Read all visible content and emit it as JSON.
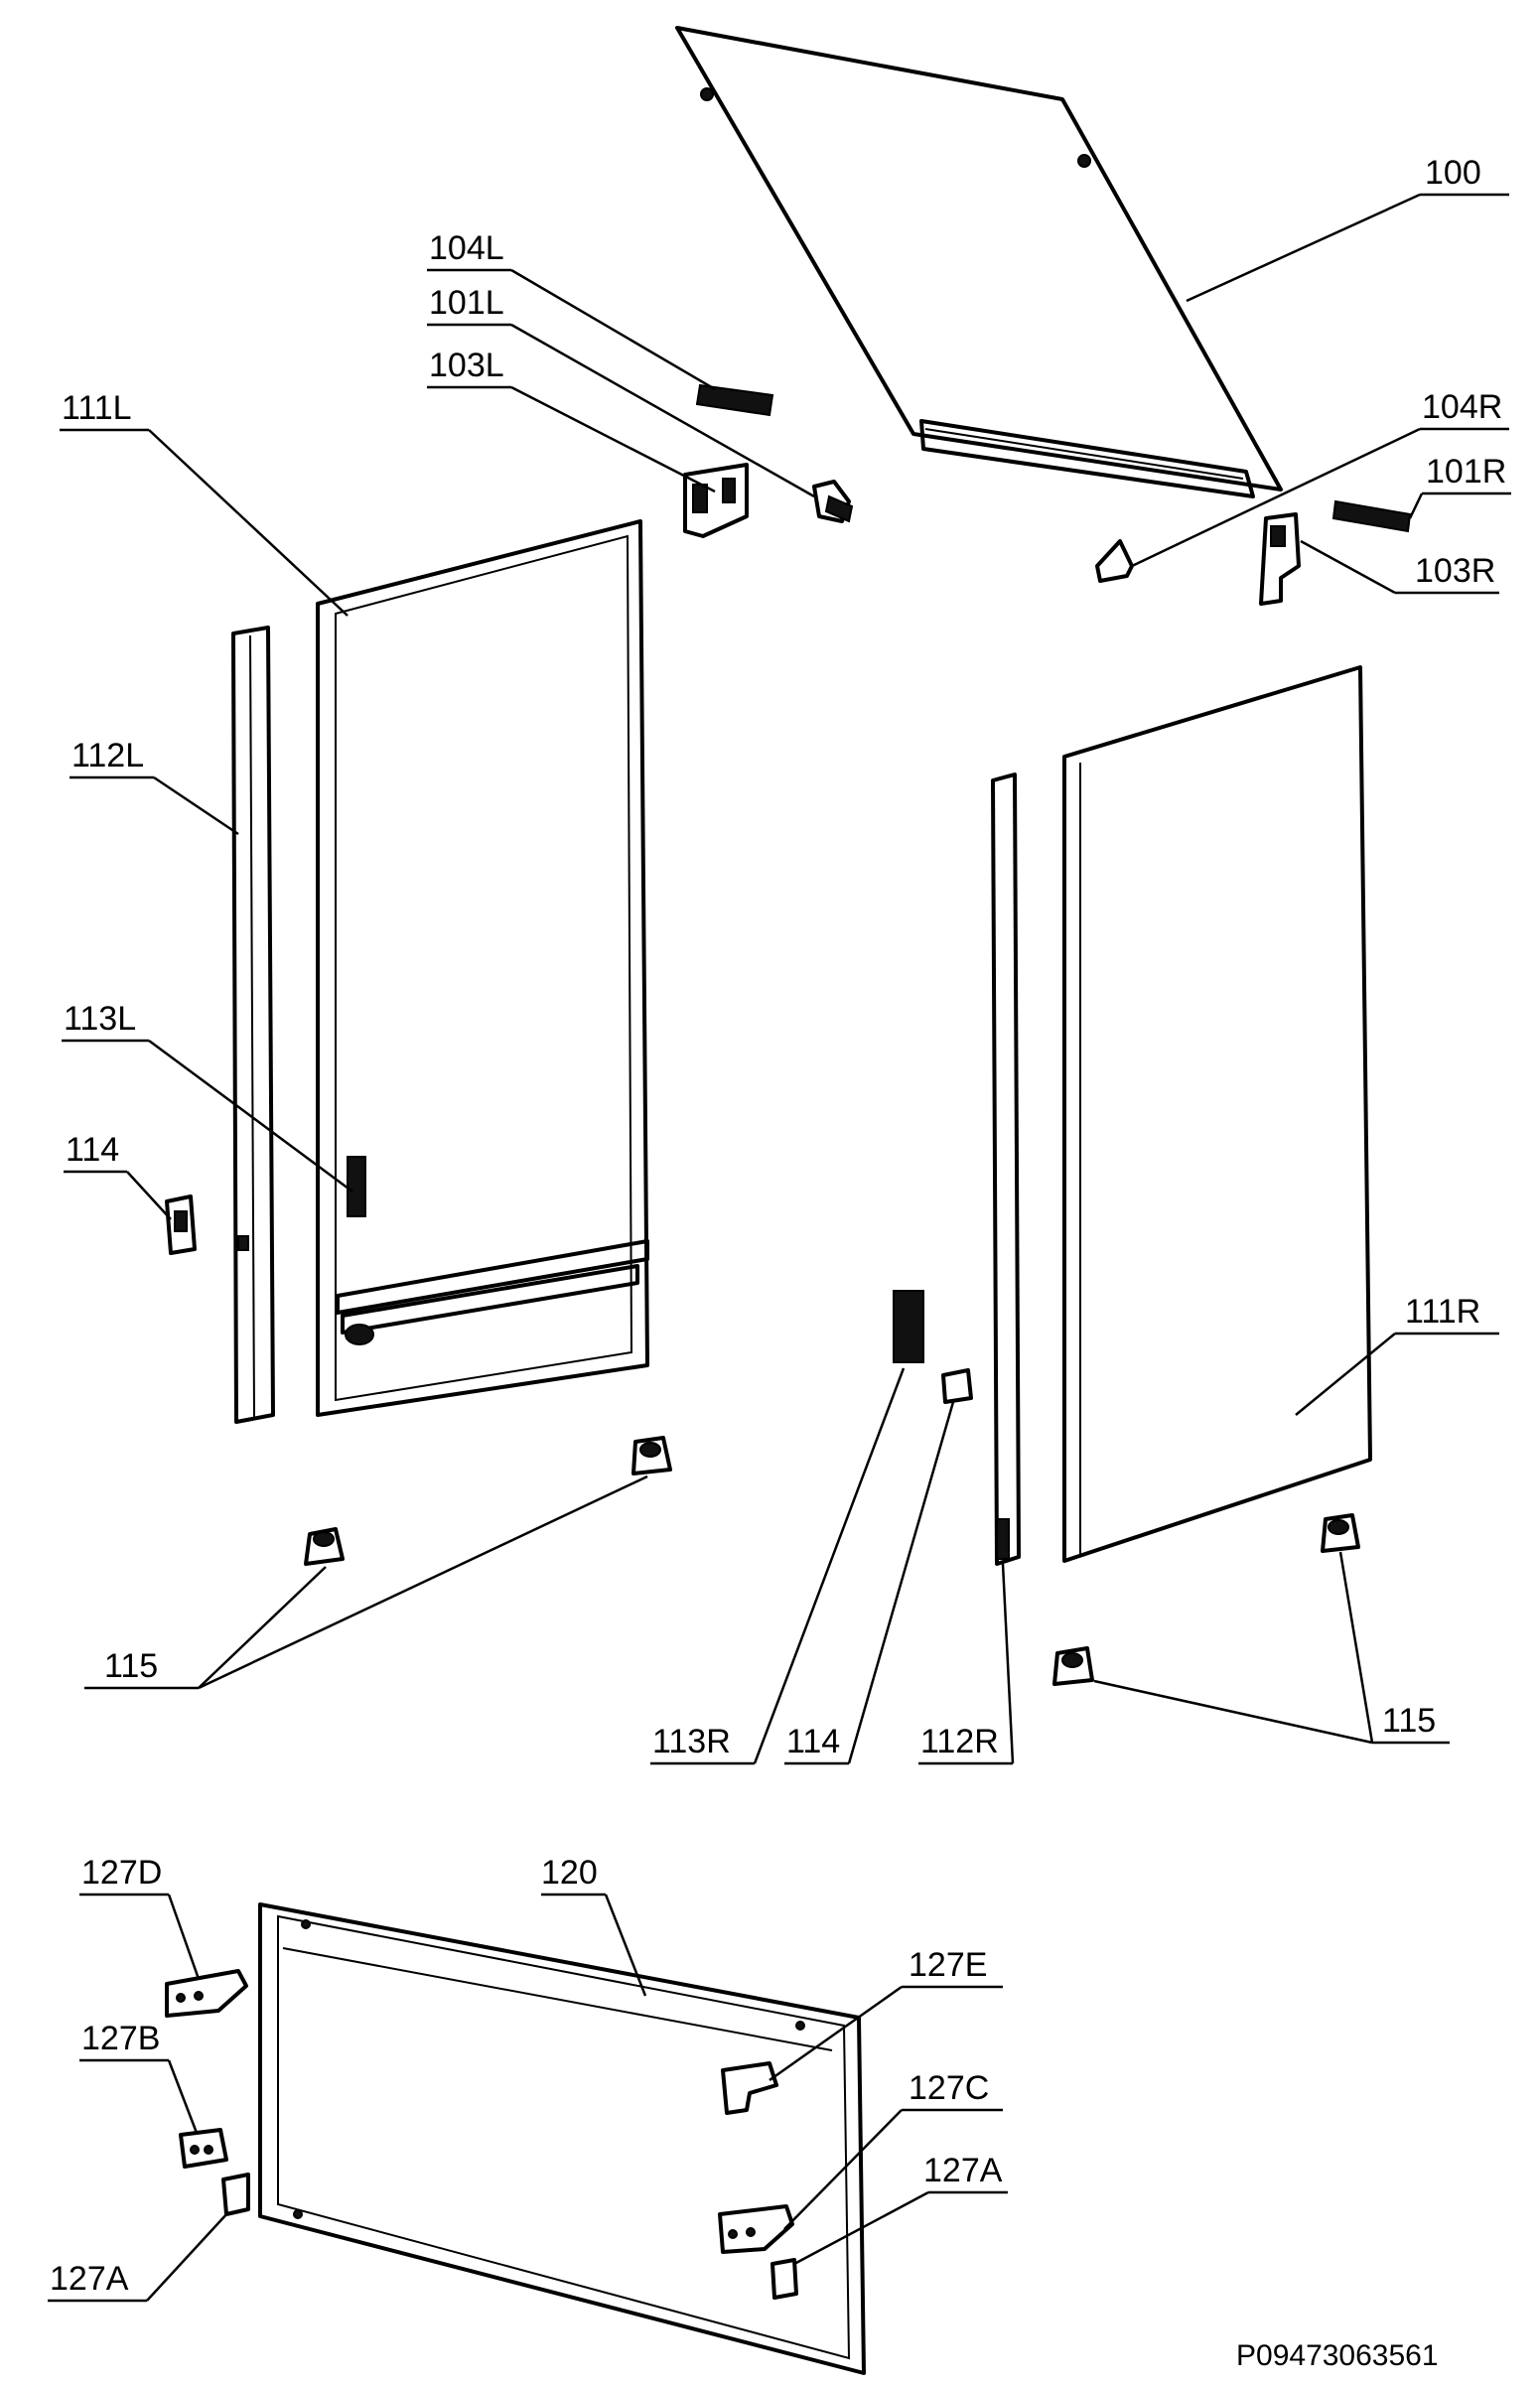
{
  "diagram": {
    "drawing_code": "P09473063561",
    "labels": {
      "l100": "100",
      "l104L": "104L",
      "l101L": "101L",
      "l103L": "103L",
      "l111L": "111L",
      "l104R": "104R",
      "l101R": "101R",
      "l103R": "103R",
      "l112L": "112L",
      "l113L": "113L",
      "l114a": "114",
      "l111R": "111R",
      "l115a": "115",
      "l113R": "113R",
      "l114b": "114",
      "l112R": "112R",
      "l115b": "115",
      "l127D": "127D",
      "l120": "120",
      "l127E": "127E",
      "l127B": "127B",
      "l127C": "127C",
      "l127A1": "127A",
      "l127A2": "127A"
    }
  }
}
